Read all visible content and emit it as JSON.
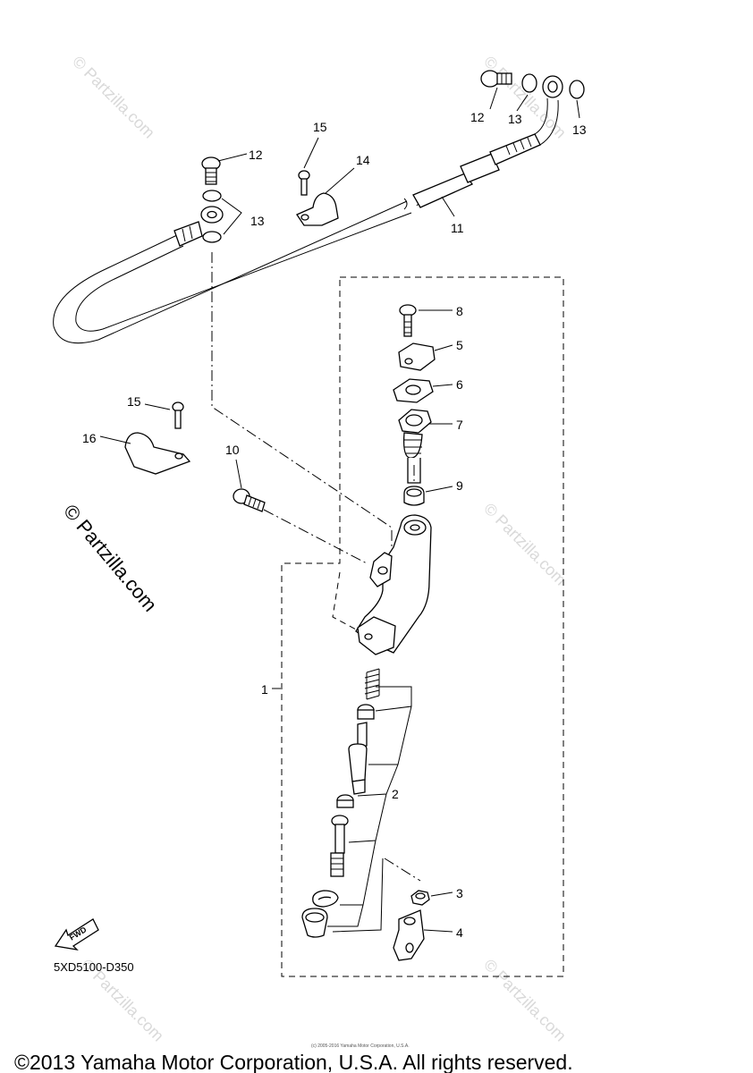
{
  "watermarks": {
    "main": "© Partzilla.com",
    "faint": "© Partzilla.com"
  },
  "callouts": {
    "c1": "1",
    "c2": "2",
    "c3": "3",
    "c4": "4",
    "c5": "5",
    "c6": "6",
    "c7": "7",
    "c8": "8",
    "c9": "9",
    "c10": "10",
    "c11": "11",
    "c12a": "12",
    "c12b": "12",
    "c13a": "13",
    "c13b": "13",
    "c13c": "13",
    "c14": "14",
    "c15a": "15",
    "c15b": "15",
    "c16": "16"
  },
  "fwd_badge": "FWD",
  "diagram_code": "5XD5100-D350",
  "copyright": "©2013 Yamaha Motor Corporation, U.S.A. All rights reserved.",
  "small_copyright": "(c) 2005-2016 Yamaha Motor Corporation, U.S.A.",
  "colors": {
    "line": "#000000",
    "watermark": "#d9d9d9"
  }
}
